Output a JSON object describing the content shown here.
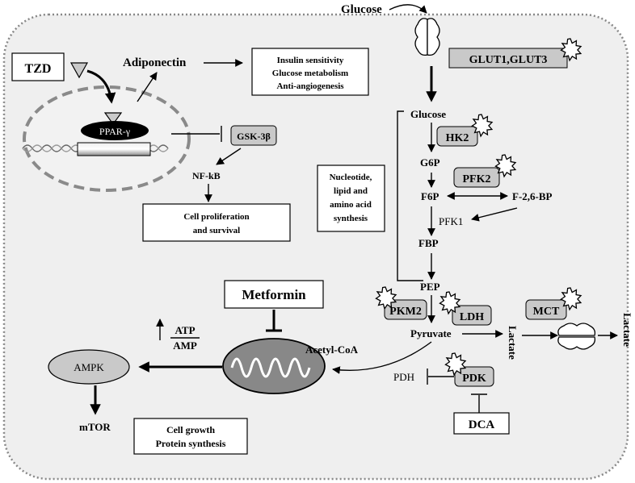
{
  "labels": {
    "glucose_top": "Glucose",
    "glut": "GLUT1,GLUT3",
    "tzd": "TZD",
    "adiponectin": "Adiponectin",
    "insulin_lines": [
      "Insulin sensitivity",
      "Glucose metabolism",
      "Anti-angiogenesis"
    ],
    "ppar": "PPAR-γ",
    "gsk": "GSK-3β",
    "nfkb": "NF-kB",
    "prolif_lines": [
      "Cell proliferation",
      "and survival"
    ],
    "nucleotide_lines": [
      "Nucleotide,",
      "lipid and",
      "amino acid",
      "synthesis"
    ],
    "glucose_inner": "Glucose",
    "hk2": "HK2",
    "g6p": "G6P",
    "pfk2": "PFK2",
    "f6p": "F6P",
    "f26bp": "F-2,6-BP",
    "pfk1": "PFK1",
    "fbp": "FBP",
    "pep": "PEP",
    "pkm2": "PKM2",
    "ldh": "LDH",
    "mct": "MCT",
    "pyruvate": "Pyruvate",
    "lactate_in": "Lactate",
    "lactate_out": "Lactate",
    "metformin": "Metformin",
    "atp": "ATP",
    "amp": "AMP",
    "acetylcoa": "Acetyl-CoA",
    "ampk": "AMPK",
    "mtor": "mTOR",
    "pdh": "PDH",
    "pdk": "PDK",
    "dca": "DCA",
    "growth_lines": [
      "Cell growth",
      "Protein synthesis"
    ]
  },
  "colors": {
    "cell_fill": "#efefef",
    "enzyme_fill": "#c9c9c9",
    "nucleus_border": "#8a8a8a",
    "ppar_fill": "#000000"
  }
}
